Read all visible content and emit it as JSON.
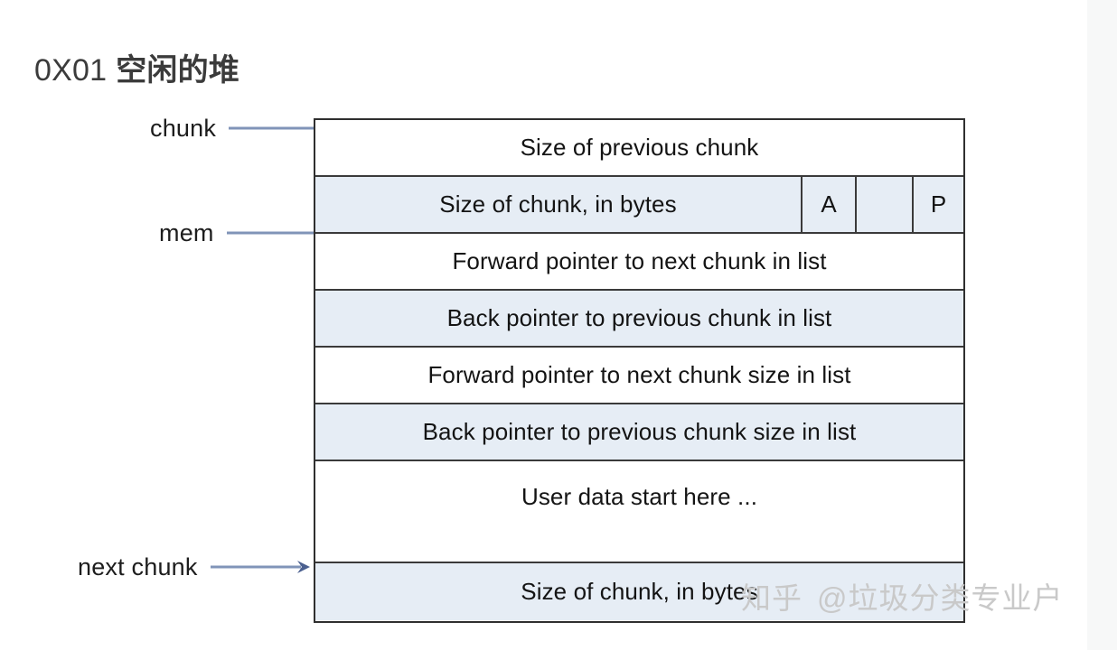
{
  "page": {
    "title_hex": "0X01",
    "title_cjk": "空闲的堆",
    "background_color": "#ffffff"
  },
  "colors": {
    "shaded_row": "#e6edf5",
    "border": "#3a3a3a",
    "arrow_line": "#8094b8",
    "arrow_head": "#4a5f8f",
    "title_text": "#3b3b3b",
    "watermark": "#c9c9c9"
  },
  "diagram": {
    "name": "malloc-free-chunk-layout",
    "rows": [
      {
        "id": "prev-size",
        "label": "Size of previous chunk",
        "shaded": false
      },
      {
        "id": "chunk-size",
        "label": "Size of chunk, in bytes",
        "shaded": true
      },
      {
        "id": "forward-pointer",
        "label": "Forward pointer to next chunk in list",
        "shaded": false
      },
      {
        "id": "back-pointer",
        "label": "Back pointer to previous chunk in list",
        "shaded": true
      },
      {
        "id": "fd-nextsize",
        "label": "Forward pointer to next chunk size in list",
        "shaded": false
      },
      {
        "id": "bk-nextsize",
        "label": "Back pointer to previous chunk size in list",
        "shaded": true
      },
      {
        "id": "user-data",
        "label": "User data start here ...",
        "shaded": false
      },
      {
        "id": "footer-size",
        "label": "Size of chunk, in bytes",
        "shaded": true
      }
    ],
    "flags": [
      {
        "id": "flag-a",
        "label": "A"
      },
      {
        "id": "flag-blank",
        "label": ""
      },
      {
        "id": "flag-p",
        "label": "P"
      }
    ]
  },
  "pointers": [
    {
      "id": "chunk",
      "label": "chunk",
      "icon": "arrow-right-icon",
      "targets_row": "prev-size"
    },
    {
      "id": "mem",
      "label": "mem",
      "icon": "arrow-right-icon",
      "targets_row": "forward-pointer"
    },
    {
      "id": "next-chunk",
      "label": "next chunk",
      "icon": "arrow-right-icon",
      "targets_row": "footer-size"
    }
  ],
  "watermark": {
    "logo": "知乎",
    "handle": "@垃圾分类专业户"
  }
}
